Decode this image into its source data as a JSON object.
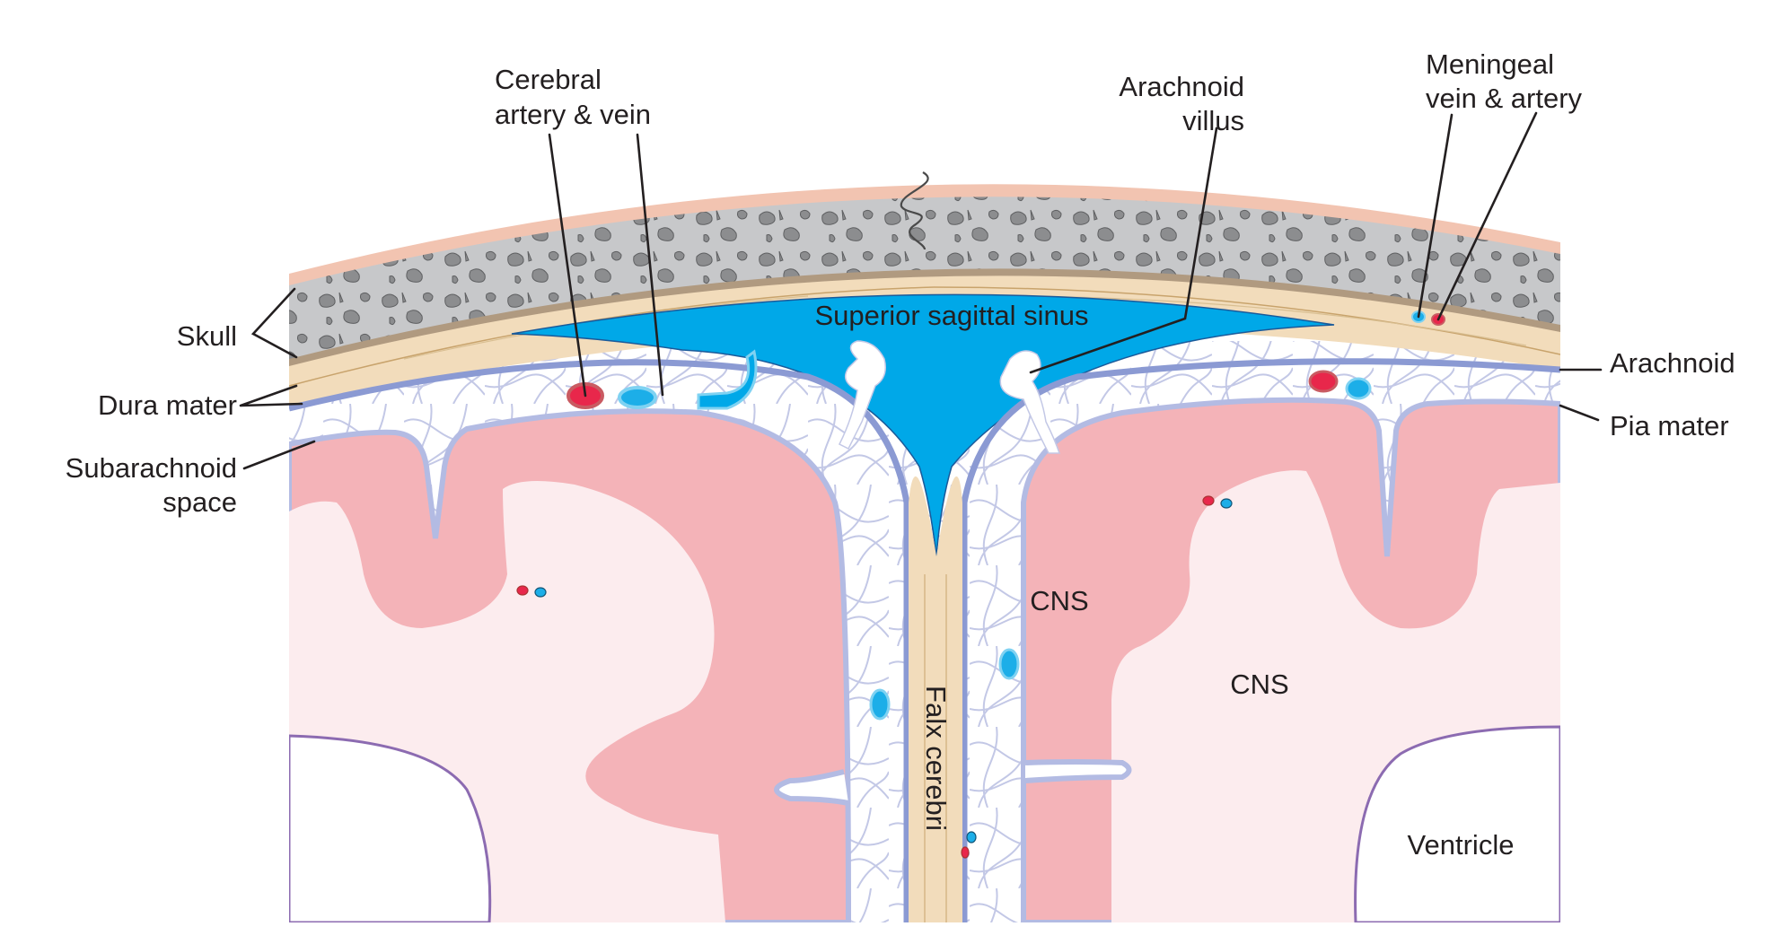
{
  "figure": {
    "title": "Meninges and superior sagittal sinus cross-section",
    "colors": {
      "skin": "#f2c4b1",
      "bone": "#c7c8ca",
      "bone_spongy": "#8c8d8f",
      "dura": "#f2dcbb",
      "dura_line": "#c8a36c",
      "sinus_blood": "#00a8e8",
      "arachnoid": "#8b9ad3",
      "arachnoid_web": "#c3c8e6",
      "pia": "#b3bbe3",
      "grey_matter": "#f4b3b8",
      "white_matter": "#fcecee",
      "ventricle_line": "#8c6bb1",
      "artery": "#e8274b",
      "vein": "#1caee8",
      "text": "#231f20"
    }
  },
  "labels": {
    "skull": "Skull",
    "dura_mater": "Dura mater",
    "subarachnoid_line1": "Subarachnoid",
    "subarachnoid_line2": "space",
    "cerebral_line1": "Cerebral",
    "cerebral_line2": "artery & vein",
    "villus_line1": "Arachnoid",
    "villus_line2": "villus",
    "meningeal_line1": "Meningeal",
    "meningeal_line2": "vein & artery",
    "arachnoid": "Arachnoid",
    "pia_mater": "Pia mater",
    "sinus": "Superior sagittal sinus",
    "cns_left": "CNS",
    "cns_right": "CNS",
    "falx": "Falx cerebri",
    "ventricle": "Ventricle"
  }
}
